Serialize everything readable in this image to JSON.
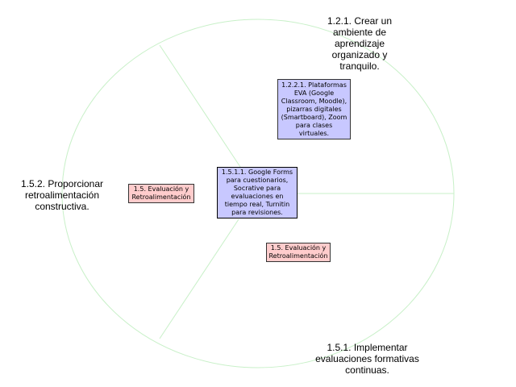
{
  "colors": {
    "wheel_line": "#c8f0c8",
    "blue_box_fill": "#c8c8ff",
    "pink_box_fill": "#ffcccc",
    "box_border": "#333333",
    "center_border": "#000000"
  },
  "nodes": {
    "top_right": "1.2.1. Crear un ambiente de aprendizaje organizado y tranquilo.",
    "left": "1.5.2. Proporcionar retroalimentación constructiva.",
    "bottom_right": "1.5.1. Implementar evaluaciones formativas continuas.",
    "tools_platforms": "1.2.2.1. Plataformas EVA (Google Classroom, Moodle), pizarras digitales (Smartboard), Zoom para clases virtuales.",
    "center": "1.5.1.1. Google Forms para cuestionarios, Socrative para evaluaciones en tiempo real, Turnitin para revisiones.",
    "eval_left": "1.5. Evaluación y Retroalimentación",
    "eval_right": "1.5. Evaluación y Retroalimentación"
  }
}
